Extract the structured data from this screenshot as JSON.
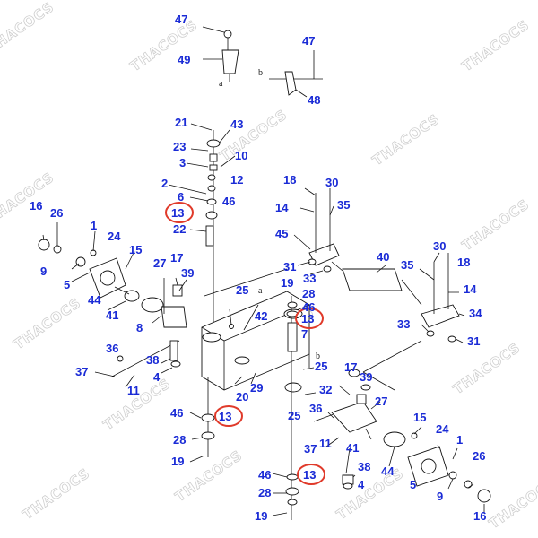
{
  "watermark": "THACOCS",
  "sublabels": {
    "a1": "a",
    "b1": "b",
    "a2": "a",
    "b2": "b"
  },
  "callouts": {
    "c47a": "47",
    "c49": "49",
    "c47b": "47",
    "c48": "48",
    "c21": "21",
    "c43": "43",
    "c23": "23",
    "c3": "3",
    "c10": "10",
    "c12": "12",
    "c2": "2",
    "c6": "6",
    "c46a": "46",
    "c13a": "13",
    "c22": "22",
    "c18a": "18",
    "c30a": "30",
    "c14a": "14",
    "c35a": "35",
    "c45": "45",
    "c16a": "16",
    "c26a": "26",
    "c1a": "1",
    "c24a": "24",
    "c15a": "15",
    "c9a": "9",
    "c5a": "5",
    "c27a": "27",
    "c17a": "17",
    "c39a": "39",
    "c44a": "44",
    "c41a": "41",
    "c8": "8",
    "c31a": "31",
    "c33a": "33",
    "c40": "40",
    "c35b": "35",
    "c30b": "30",
    "c18b": "18",
    "c14b": "14",
    "c34": "34",
    "c33b": "33",
    "c31b": "31",
    "c25a": "25",
    "c19a": "19",
    "c28a": "28",
    "c46b": "46",
    "c13b": "13",
    "c42": "42",
    "c7": "7",
    "c36a": "36",
    "c38a": "38",
    "c37a": "37",
    "c11a": "11",
    "c4a": "4",
    "c20": "20",
    "c29": "29",
    "c25b": "25",
    "c17b": "17",
    "c39b": "39",
    "c32": "32",
    "c27b": "27",
    "c36b": "36",
    "c46c": "46",
    "c13c": "13",
    "c25c": "25",
    "c28b": "28",
    "c19b": "19",
    "c15b": "15",
    "c24b": "24",
    "c1b": "1",
    "c37b": "37",
    "c11b": "11",
    "c41b": "41",
    "c44b": "44",
    "c38b": "38",
    "c4b": "4",
    "c26b": "26",
    "c5b": "5",
    "c9b": "9",
    "c16b": "16",
    "c46d": "46",
    "c13d": "13",
    "c28c": "28",
    "c19c": "19"
  }
}
